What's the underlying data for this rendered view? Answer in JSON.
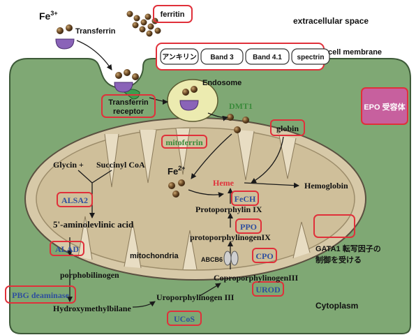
{
  "labels": {
    "fe3": "Fe",
    "fe3_sup": "3+",
    "transferrin": "Transferrin",
    "ferritin": "ferritin",
    "extracellular": "extracellular space",
    "cell_membrane": "cell membrane",
    "transferrin_receptor_1": "Transferrin",
    "transferrin_receptor_2": "receptor",
    "endosome": "Endosome",
    "dmt1": "DMT1",
    "epo": "EPO 受容体",
    "globin": "globin",
    "mitoferrin": "mitoferrin",
    "fe2": "Fe",
    "fe2_sup": "2+",
    "glycin": "Glycin +",
    "succinyl": "Succinyl CoA",
    "heme": "Heme",
    "fech": "FeCH",
    "hemoglobin": "Hemoglobin",
    "alsa2": "ALSA2",
    "protoporphyrin": "Protoporphylin IX",
    "ala": "5'-aminolevlinic acid",
    "ppo": "PPO",
    "protoporphyrinogen": "protoporphylinogenIX",
    "alad": "ALAD",
    "mitochondria": "mitochondria",
    "abcb6": "ABCB6",
    "cpo": "CPO",
    "gata_1": "GATA1 転写因子の",
    "gata_2": "制御を受ける",
    "porphobilinogen": "porphobilinogen",
    "coproporphyrinogen": "CoproporphylinogenIII",
    "pbg_deaminase": "PBG deaminase",
    "urod": "UROD",
    "uroporphyrinogen": "Uroporphylinogen III",
    "hmb": "Hydroxymethylbilane",
    "cytoplasm": "Cytoplasm",
    "ucos": "UCoS"
  },
  "membrane_proteins": [
    "アンキリン",
    "Band 3",
    "Band 4.1",
    "spectrin"
  ],
  "colors": {
    "cell_fill": "#7fa874",
    "cell_stroke": "#3d5a38",
    "mito_fill": "#d7c9a8",
    "red_box": "#e0303a",
    "enzyme_blue": "#2f4f9e",
    "heme_red": "#e0303a",
    "green_label": "#3a8a3a",
    "epo_fill": "#c7609e",
    "endosome_fill": "#ecebb0",
    "iron_ball": "#6b4a26",
    "transferrin_purple": "#8a63b8",
    "receptor_green": "#3f9b4e"
  }
}
